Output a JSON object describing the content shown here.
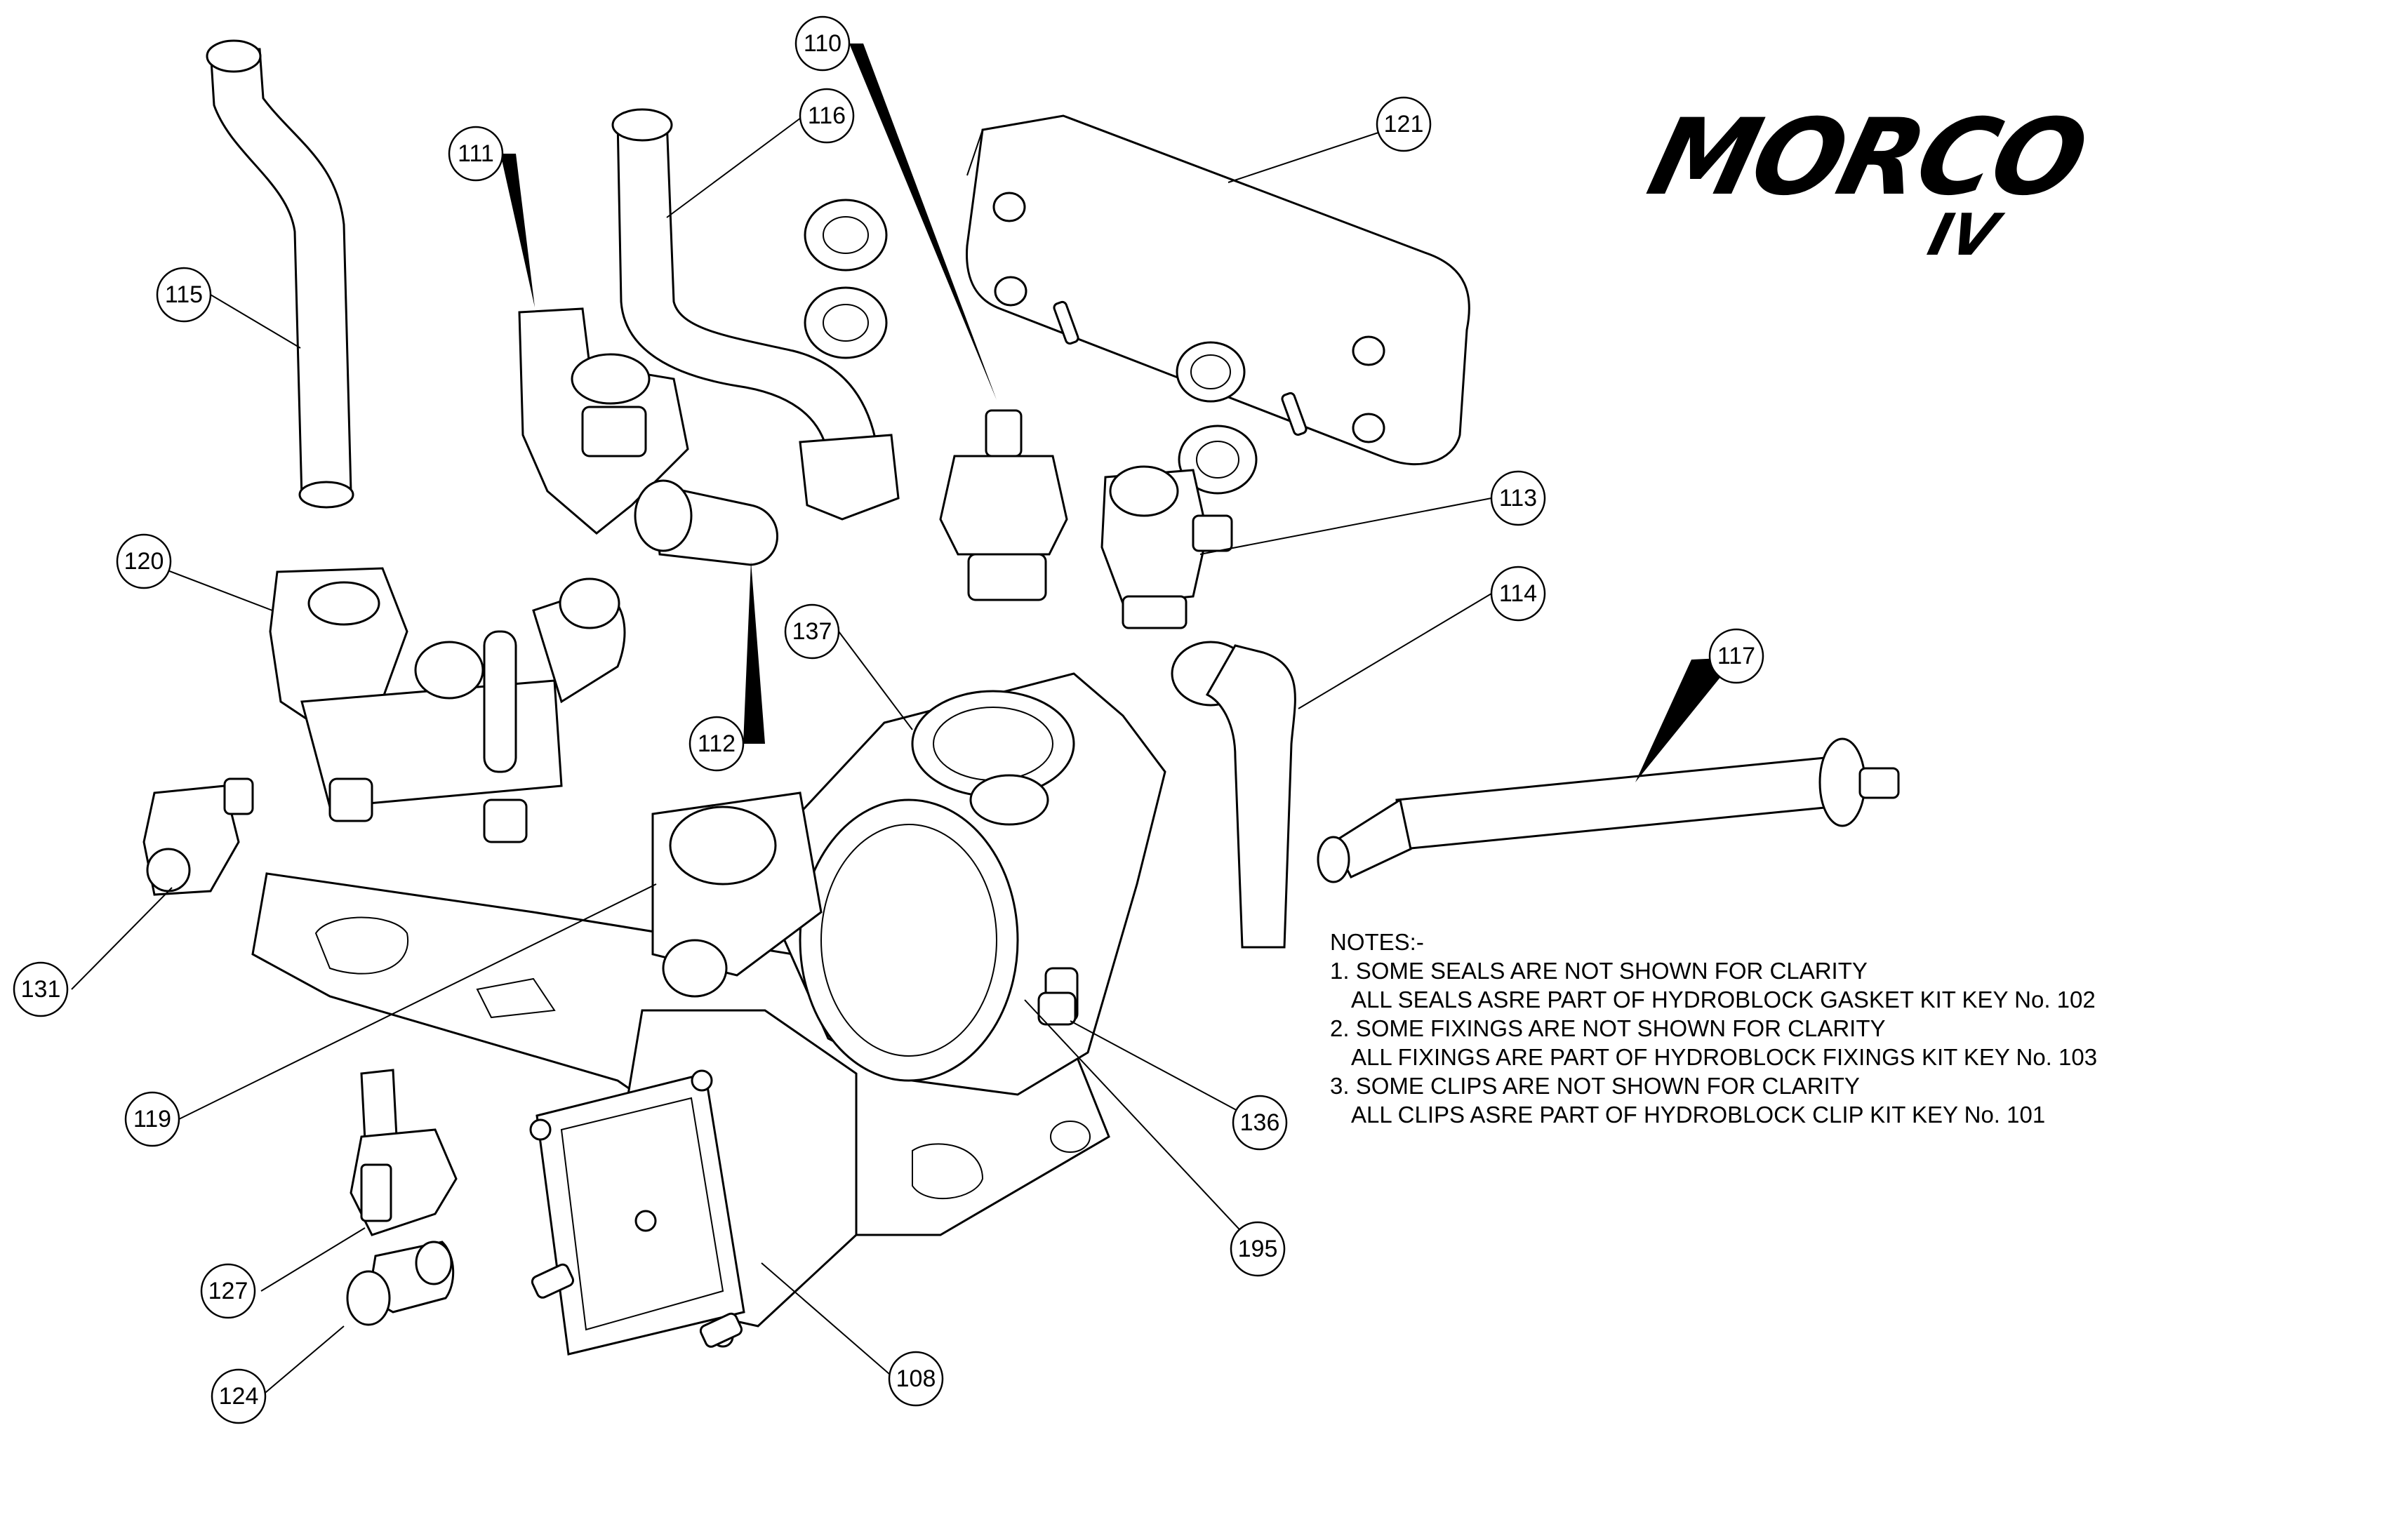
{
  "logo": {
    "word": "MORCO",
    "suffix": "IV"
  },
  "notes": {
    "heading": "NOTES:-",
    "lines": [
      "1. SOME SEALS ARE NOT SHOWN FOR CLARITY",
      "ALL SEALS ASRE PART OF HYDROBLOCK GASKET KIT KEY No. 102",
      "2. SOME FIXINGS ARE NOT SHOWN FOR CLARITY",
      "ALL FIXINGS ARE PART OF HYDROBLOCK FIXINGS KIT KEY No. 103",
      "3. SOME CLIPS ARE NOT SHOWN FOR CLARITY",
      "ALL CLIPS ASRE PART OF HYDROBLOCK CLIP KIT KEY No. 101"
    ]
  },
  "callouts": [
    "110",
    "111",
    "112",
    "113",
    "114",
    "115",
    "116",
    "117",
    "119",
    "120",
    "121",
    "124",
    "127",
    "131",
    "136",
    "137",
    "195",
    "108"
  ]
}
